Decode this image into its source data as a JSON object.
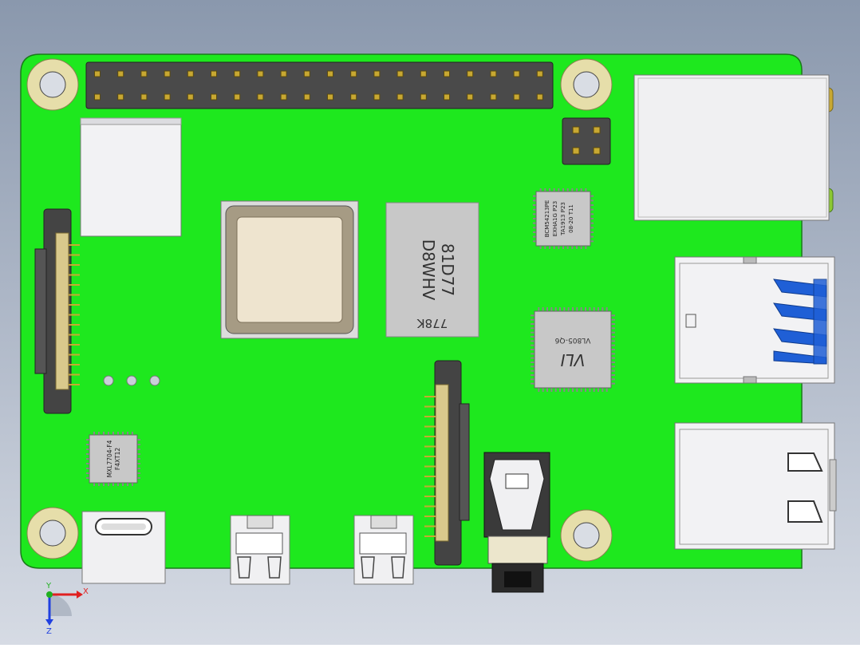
{
  "scene": {
    "board_color": "#1ee81e",
    "board_outline": "#1a7a1a",
    "background_top": "#8a98ad",
    "background_bottom": "#d6dbe4",
    "gold": "#d8c98a",
    "pin_gold": "#c8a832"
  },
  "chips": {
    "ram_top": "778K",
    "ram_line1": "81D77",
    "ram_line2": "D8WHV",
    "wifi_line1": "BCM54213PE",
    "wifi_line2": "EXHA1G P23",
    "wifi_line3": "TA1913 P23",
    "wifi_line4": "08-20 T11",
    "usb_ctrl_line1": "VL805-Q6",
    "usb_ctrl_logo": "VLI",
    "pmic_line1": "MXL7704-F4",
    "pmic_line2": "F4XT12"
  },
  "axis_triad": {
    "x_label": "X",
    "y_label": "Y",
    "z_label": "Z",
    "x_color": "#e02020",
    "y_color": "#20b020",
    "z_color": "#2040e0"
  }
}
